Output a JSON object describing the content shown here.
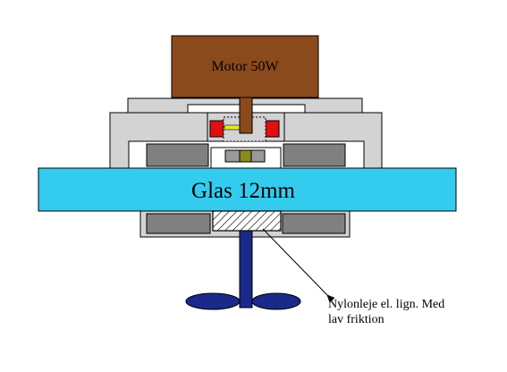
{
  "labels": {
    "motor": "Motor 50W",
    "glass": "Glas 12mm",
    "note_line1": "Nylonleje el. lign. Med",
    "note_line2": "lav friktion"
  },
  "colors": {
    "motor": "#8b4a1c",
    "glass": "#33ccee",
    "housing": "#d3d3d3",
    "magnet": "#808080",
    "shaft_lower": "#1a2a8a",
    "bearing_red": "#e01010",
    "bearing_yellow": "#e8e820",
    "olive": "#8a8a20"
  }
}
